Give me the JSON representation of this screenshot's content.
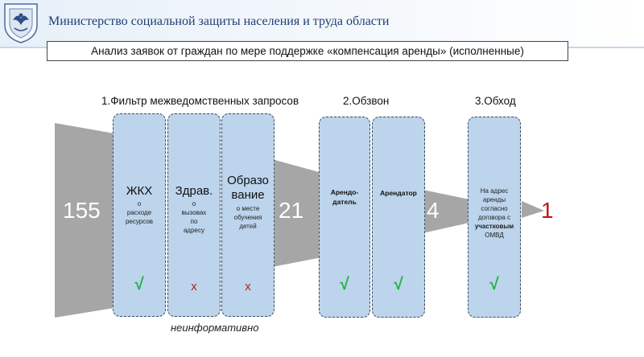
{
  "header": {
    "title": "Министерство социальной защиты населения и труда области",
    "emblem_icon": "coat-of-arms-icon"
  },
  "subtitle": "Анализ заявок от граждан по мере поддержке «компенсация аренды» (исполненные)",
  "stages": [
    {
      "label": "1.Фильтр межведомственных запросов"
    },
    {
      "label": "2.Обзвон"
    },
    {
      "label": "3.Обход"
    }
  ],
  "counts": {
    "start": "155",
    "after_filter": "21",
    "after_call": "4",
    "final": "1"
  },
  "cards": {
    "zhkh": {
      "head": "ЖКХ",
      "sub": [
        "о",
        "расходе",
        "ресурсов"
      ],
      "mark": "√"
    },
    "zdrav": {
      "head": "Здрав.",
      "sub": [
        "о",
        "вызовах",
        "по",
        "адресу"
      ],
      "mark": "х"
    },
    "obraz": {
      "head": [
        "Образо",
        "вание"
      ],
      "sub": [
        "о месте",
        "обучения",
        "детей"
      ],
      "mark": "х"
    },
    "arendodatel": {
      "head": [
        "Арендо-",
        "датель"
      ],
      "mark": "√"
    },
    "arendator": {
      "head": "Арендатор",
      "mark": "√"
    },
    "obkhod": {
      "lines": [
        "На адрес",
        "аренды",
        "согласно",
        "договора с"
      ],
      "bold": "участковым",
      "last": "ОМВД",
      "mark": "√"
    }
  },
  "note": "неинформативно",
  "colors": {
    "funnel": "#a6a6a6",
    "card": "#bcd4ec",
    "check": "#1fb340",
    "cross": "#b42020",
    "final_number": "#c01818",
    "header_text": "#1f3d74"
  }
}
